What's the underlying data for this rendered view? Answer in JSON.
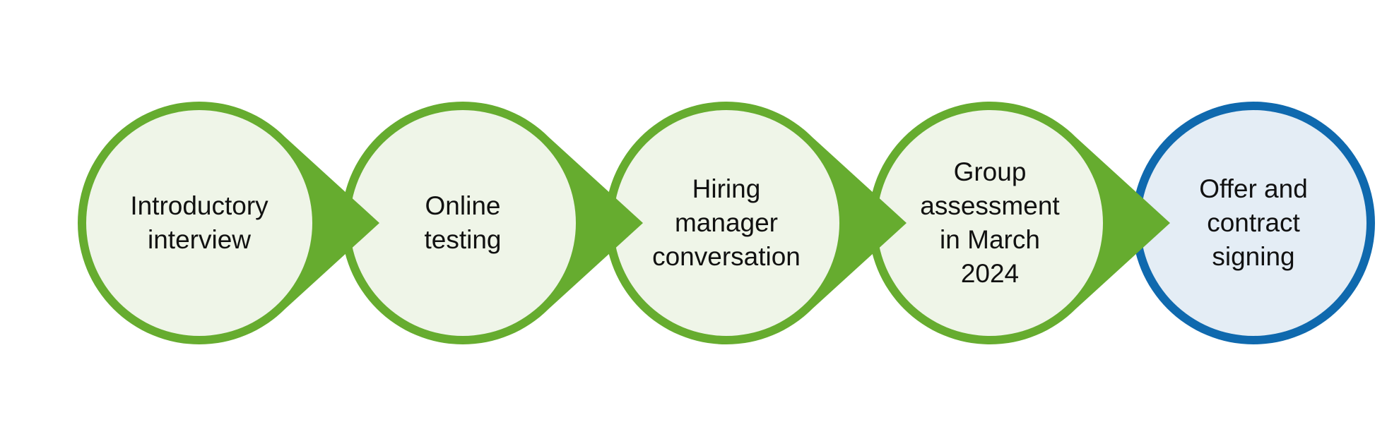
{
  "diagram": {
    "type": "process-flow",
    "steps": [
      {
        "label": "Introductory\ninterview",
        "status": "completed"
      },
      {
        "label": "Online\ntesting",
        "status": "completed"
      },
      {
        "label": "Hiring\nmanager\nconversation",
        "status": "completed"
      },
      {
        "label": "Group\nassessment\nin March\n2024",
        "status": "completed"
      },
      {
        "label": "Offer and\ncontract\nsigning",
        "status": "upcoming"
      }
    ]
  },
  "colors": {
    "completed_stroke": "#66AC2F",
    "completed_fill": "#EFF5E8",
    "upcoming_stroke": "#0F69AE",
    "upcoming_fill": "#E4EDF5",
    "text": "#111111"
  }
}
